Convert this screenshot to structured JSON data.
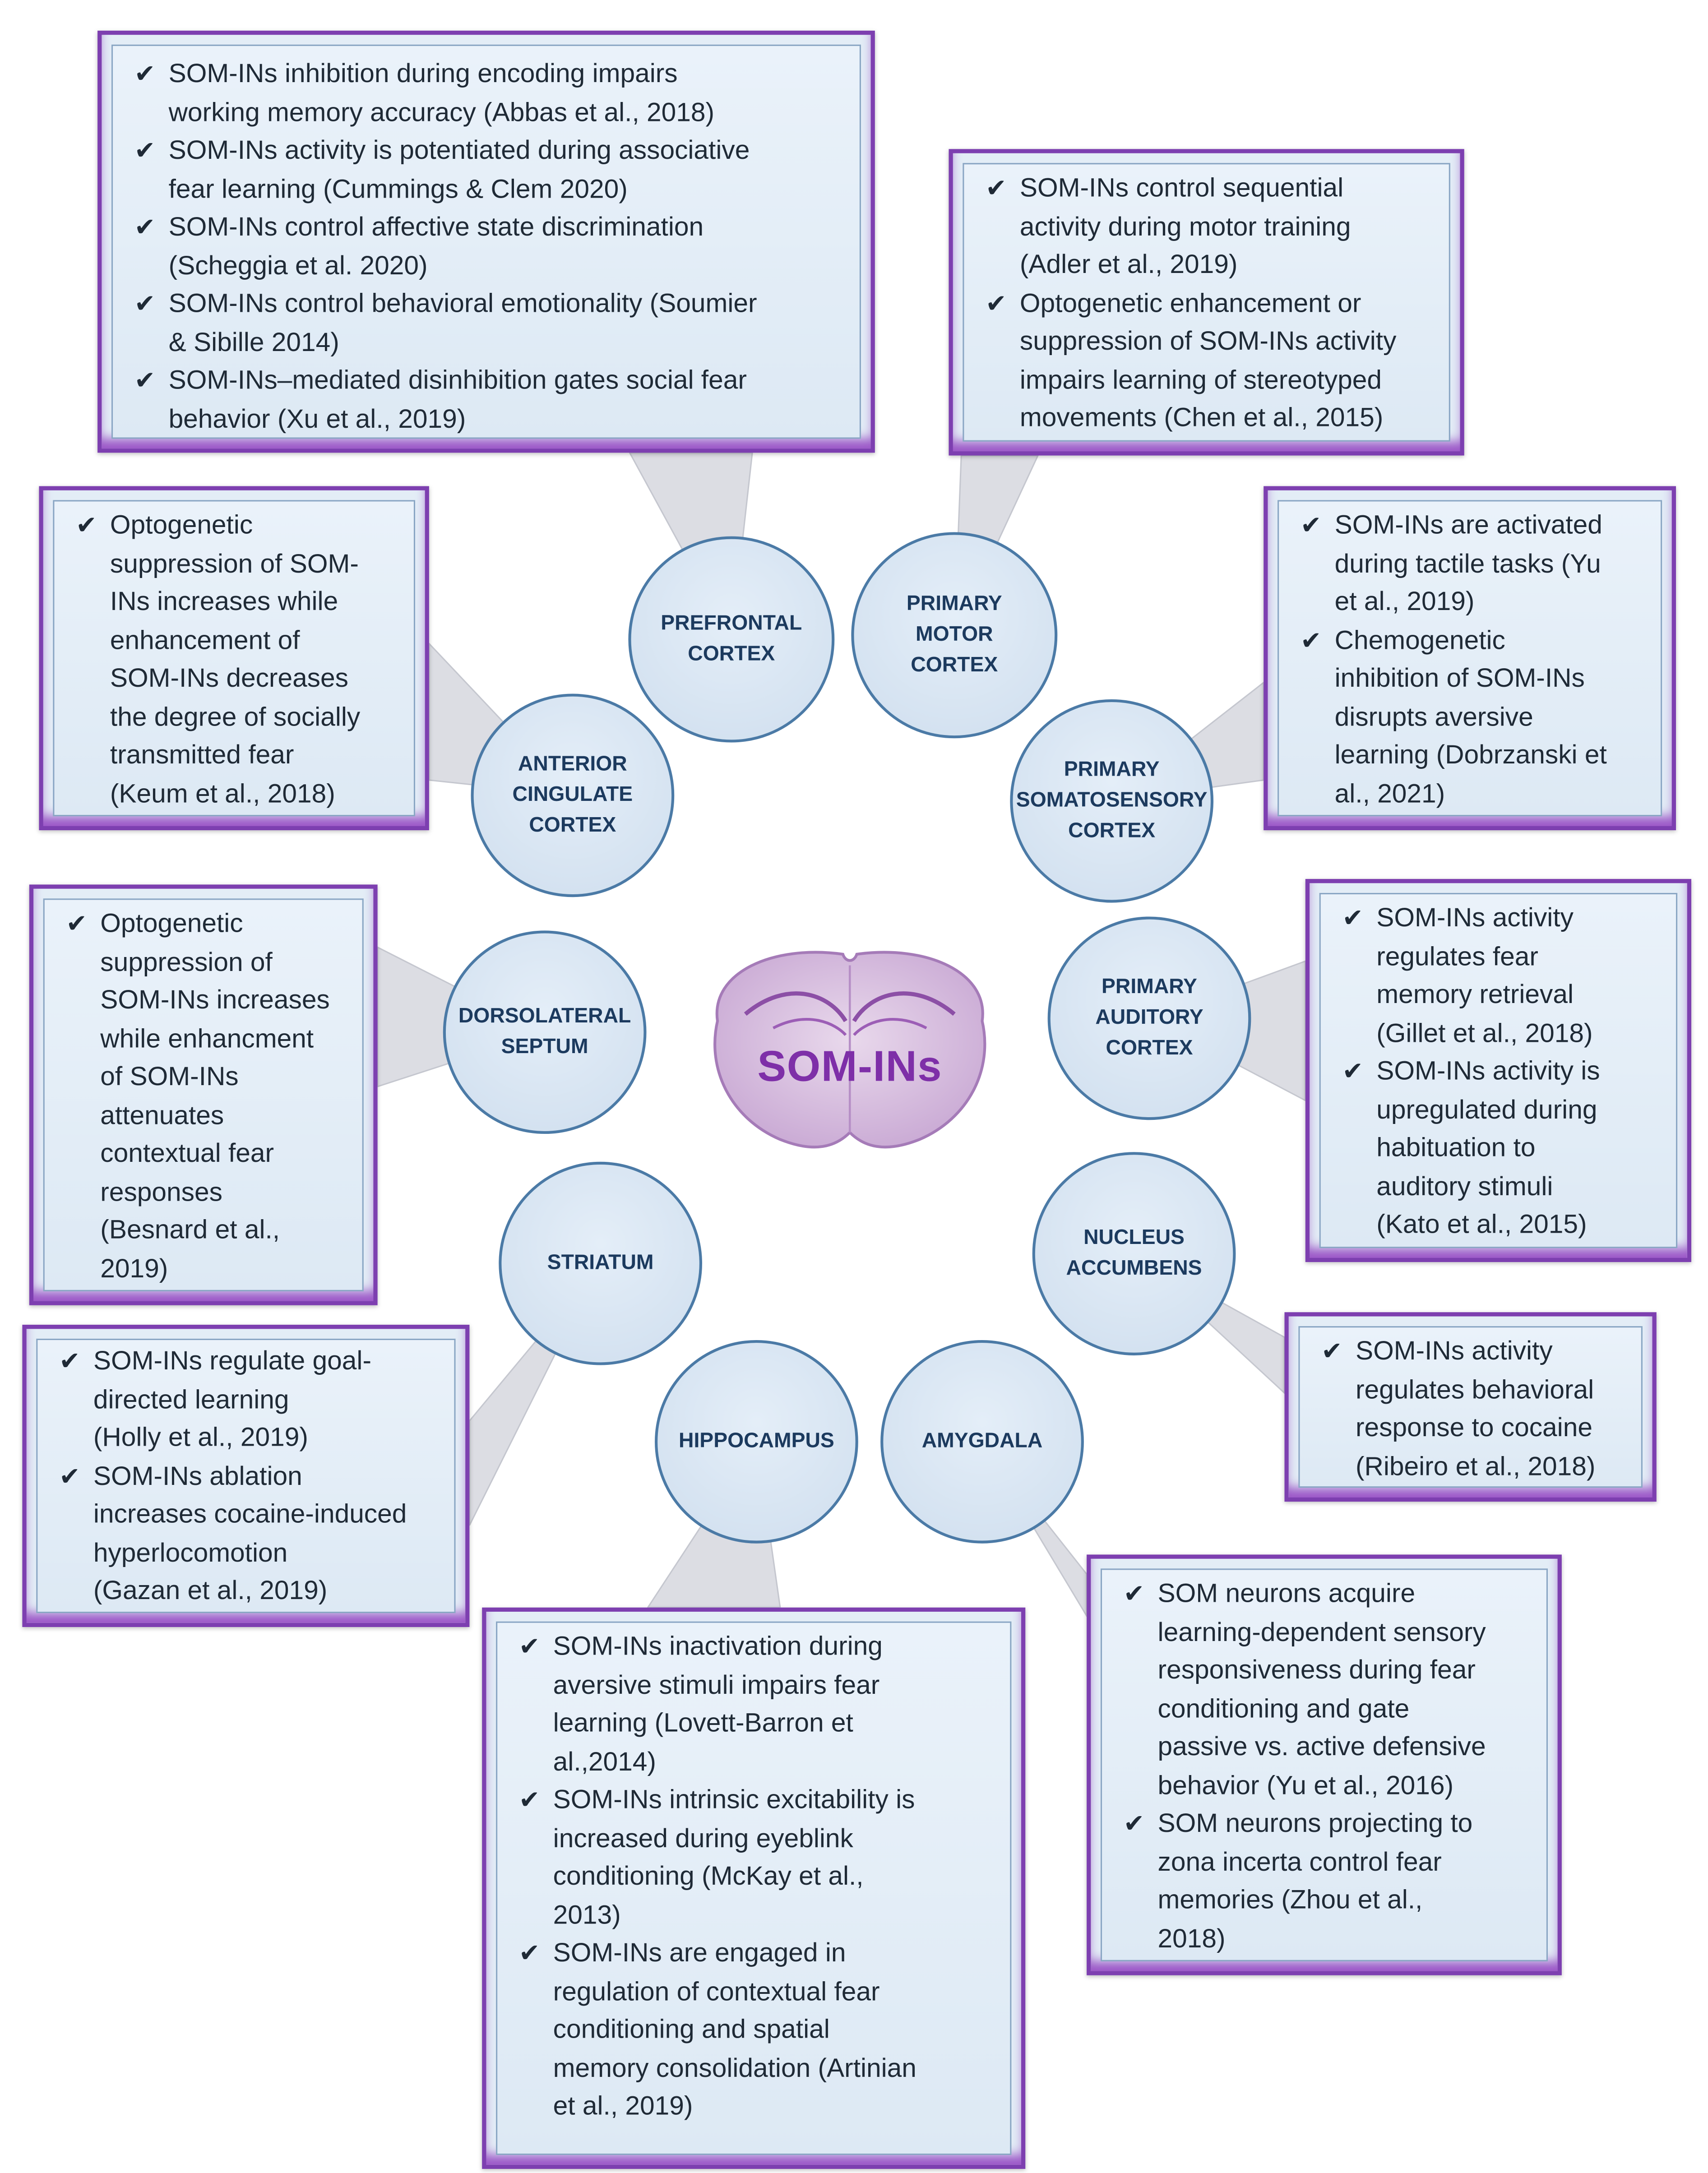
{
  "center": {
    "title": "SOM-INs"
  },
  "colors": {
    "accent": "#7d3fb0",
    "box_fill": "#e3edf6",
    "circle_border": "#4b7aa6",
    "connector": "#dcdde3",
    "center_text": "#7e2fa8"
  },
  "regions": [
    {
      "id": "prefrontal",
      "label": "PREFRONTAL\nCORTEX"
    },
    {
      "id": "motor",
      "label": "PRIMARY\nMOTOR\nCORTEX"
    },
    {
      "id": "acc",
      "label": "ANTERIOR\nCINGULATE\nCORTEX"
    },
    {
      "id": "somato",
      "label": "PRIMARY\nSOMATOSENSORY\nCORTEX"
    },
    {
      "id": "septum",
      "label": "DORSOLATERAL\nSEPTUM"
    },
    {
      "id": "auditory",
      "label": "PRIMARY\nAUDITORY\nCORTEX"
    },
    {
      "id": "striatum",
      "label": "STRIATUM"
    },
    {
      "id": "accumbens",
      "label": "NUCLEUS\nACCUMBENS"
    },
    {
      "id": "hippocampus",
      "label": "HIPPOCAMPUS"
    },
    {
      "id": "amygdala",
      "label": "AMYGDALA"
    }
  ],
  "boxes": [
    {
      "id": "prefrontal",
      "items": [
        [
          "SOM-INs inhibition during encoding  impairs",
          "working memory accuracy (Abbas et al., 2018)"
        ],
        [
          "SOM-INs activity is potentiated during associative",
          "fear learning (Cummings & Clem 2020)"
        ],
        [
          "SOM-INs control affective state discrimination",
          "(Scheggia et al. 2020)"
        ],
        [
          "SOM-INs control behavioral emotionality (Soumier",
          "& Sibille 2014)"
        ],
        [
          "SOM-INs–mediated disinhibition gates social fear",
          "behavior (Xu et al., 2019)"
        ]
      ]
    },
    {
      "id": "motor",
      "items": [
        [
          "SOM-INs control sequential",
          "activity during motor training",
          "(Adler et al., 2019)"
        ],
        [
          "Optogenetic enhancement or",
          "suppression of SOM-INs activity",
          "impairs learning of stereotyped",
          "movements (Chen et al., 2015)"
        ]
      ]
    },
    {
      "id": "acc",
      "items": [
        [
          "Optogenetic",
          "suppression of SOM-",
          "INs increases while",
          "enhancement of",
          "SOM-INs decreases",
          "the degree of socially",
          "transmitted fear",
          "(Keum et al., 2018)"
        ]
      ]
    },
    {
      "id": "somato",
      "items": [
        [
          "SOM-INs are activated",
          "during tactile tasks (Yu",
          "et al., 2019)"
        ],
        [
          "Chemogenetic",
          "inhibition of SOM-INs",
          "disrupts aversive",
          "learning (Dobrzanski et",
          "al., 2021)"
        ]
      ]
    },
    {
      "id": "septum",
      "items": [
        [
          "Optogenetic",
          "suppression of",
          "SOM-INs increases",
          "while enhancment",
          "of SOM-INs",
          "attenuates",
          "contextual fear",
          "responses",
          "(Besnard et al.,",
          "2019)"
        ]
      ]
    },
    {
      "id": "auditory",
      "items": [
        [
          "SOM-INs activity",
          "regulates fear",
          "memory retrieval",
          "(Gillet et al., 2018)"
        ],
        [
          "SOM-INs activity is",
          "upregulated during",
          "habituation to",
          "auditory stimuli",
          "(Kato et al., 2015)"
        ]
      ]
    },
    {
      "id": "striatum",
      "items": [
        [
          "SOM-INs regulate goal-",
          "directed learning",
          "(Holly et al., 2019)"
        ],
        [
          "SOM-INs ablation",
          "increases cocaine-induced",
          "hyperlocomotion",
          "(Gazan et al., 2019)"
        ]
      ]
    },
    {
      "id": "accumbens",
      "items": [
        [
          "SOM-INs activity",
          "regulates behavioral",
          "response to cocaine",
          "(Ribeiro et al., 2018)"
        ]
      ]
    },
    {
      "id": "hippocampus",
      "items": [
        [
          "SOM-INs inactivation during",
          "aversive stimuli impairs fear",
          "learning (Lovett-Barron et",
          "al.,2014)"
        ],
        [
          "SOM-INs intrinsic excitability is",
          "increased during eyeblink",
          "conditioning (McKay et al.,",
          "2013)"
        ],
        [
          "SOM-INs are engaged in",
          "regulation of contextual fear",
          "conditioning and spatial",
          "memory consolidation (Artinian",
          "et al., 2019)"
        ]
      ]
    },
    {
      "id": "amygdala",
      "items": [
        [
          "SOM neurons acquire",
          "learning-dependent sensory",
          "responsiveness during fear",
          "conditioning and gate",
          "passive vs. active defensive",
          "behavior (Yu et al., 2016)"
        ],
        [
          "SOM neurons projecting to",
          "zona incerta control fear",
          "memories (Zhou et al.,",
          "2018)"
        ]
      ]
    }
  ]
}
